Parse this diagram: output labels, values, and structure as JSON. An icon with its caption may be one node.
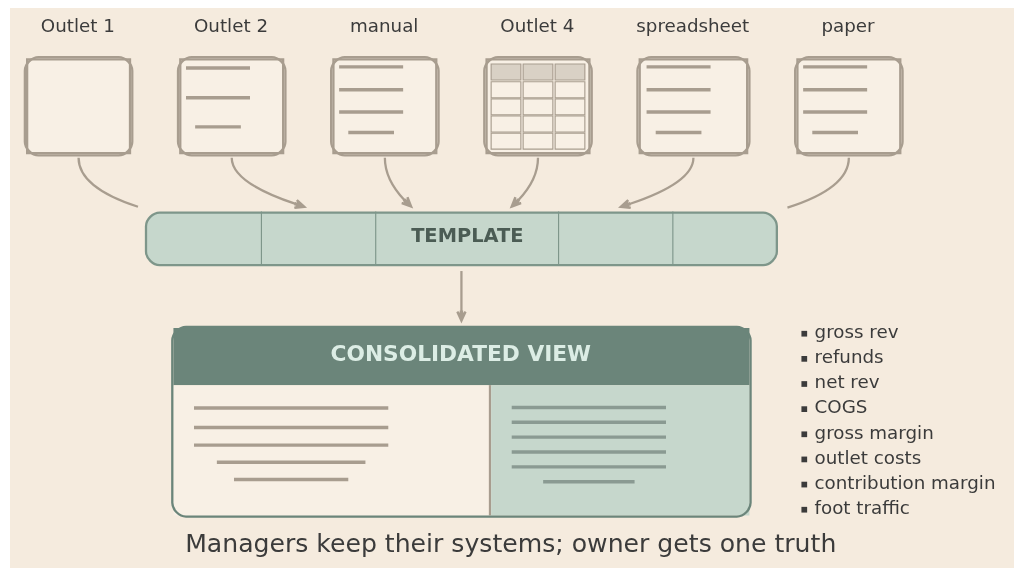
{
  "diagram": {
    "caption": "Managers keep their systems; owner gets one truth",
    "nodes": [
      {
        "text": [
          "Outlet 1"
        ]
      },
      {
        "text": [
          "Outlet 2"
        ]
      },
      {
        "text": [
          "manual"
        ]
      },
      {
        "text": [
          "Outlet 4"
        ]
      },
      {
        "text": [
          "spreadsheet"
        ]
      },
      {
        "text": [
          "paper"
        ]
      },
      {
        "text": [
          "TEMPLATE"
        ]
      },
      {
        "text": [
          "CONSOLIDATED VIEW"
        ],
        "beside": [
          "gross rev",
          "refunds",
          "net rev",
          "COGS",
          "gross margin",
          "outlet costs",
          "contribution margin",
          "foot traffic"
        ]
      }
    ],
    "edges": [
      {
        "from": 0,
        "to": 6,
        "arrow": "none"
      },
      {
        "from": 1,
        "to": 6,
        "arrow": "to"
      },
      {
        "from": 2,
        "to": 6,
        "arrow": "to"
      },
      {
        "from": 3,
        "to": 6,
        "arrow": "to"
      },
      {
        "from": 4,
        "to": 6,
        "arrow": "to"
      },
      {
        "from": 5,
        "to": 6,
        "arrow": "none"
      },
      {
        "from": 6,
        "to": 7,
        "arrow": "to"
      }
    ]
  }
}
